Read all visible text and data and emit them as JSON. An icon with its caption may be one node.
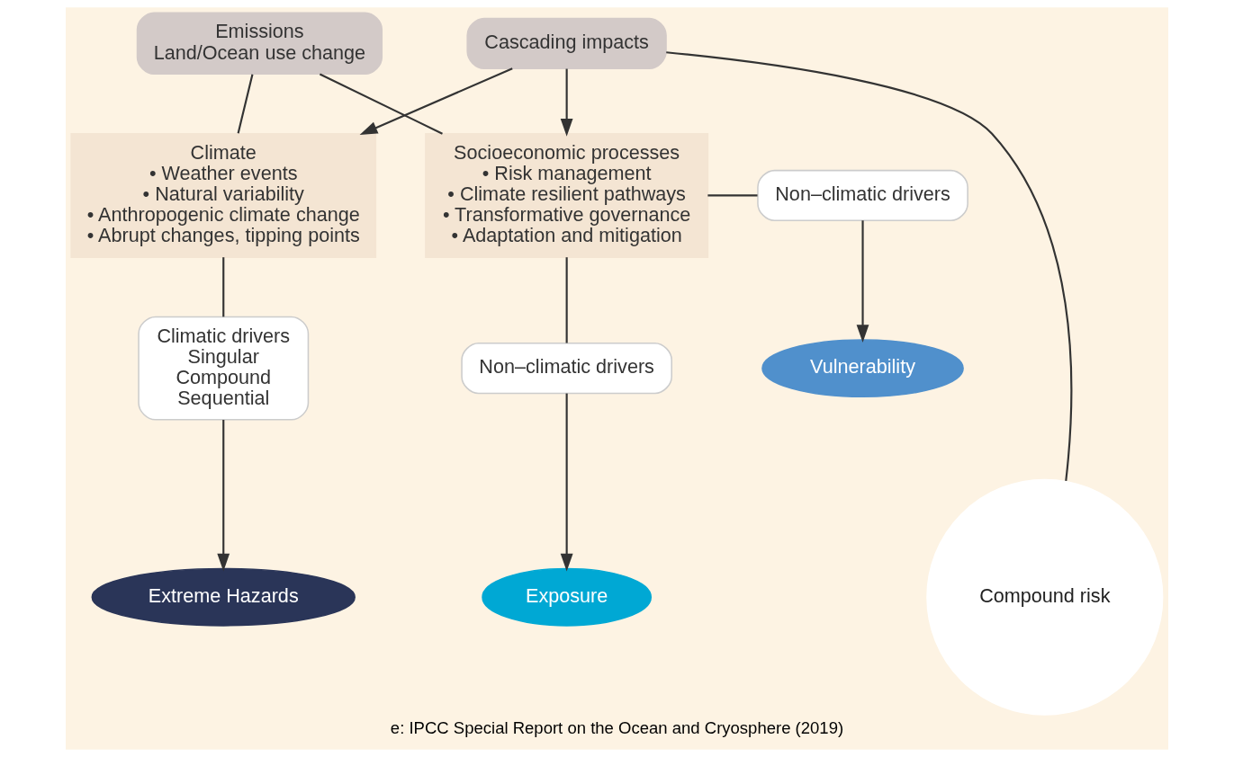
{
  "diagram": {
    "caption": "e: IPCC Special Report on the Ocean and Cryosphere (2019)",
    "nodes": [
      {
        "text": [
          "Climate",
          "• Weather events",
          "• Natural variability",
          "• Anthropogenic climate change",
          "• Abrupt changes, tipping points"
        ]
      },
      {
        "text": [
          "Socioeconomic processes",
          "• Risk management",
          "• Climate resilient pathways",
          "• Transformative governance",
          "• Adaptation and mitigation"
        ]
      },
      {
        "text": [
          "Cascading impacts"
        ]
      },
      {
        "text": [
          "Non–climatic drivers"
        ]
      },
      {
        "text": [
          "Vulnerability"
        ]
      },
      {
        "text": [
          "Extreme Hazards"
        ]
      },
      {
        "text": [
          "Compound risk"
        ]
      },
      {
        "text": [
          "Exposure"
        ]
      },
      {
        "text": [
          "Non–climatic drivers"
        ]
      },
      {
        "text": [
          "Climatic drivers",
          "Singular",
          "Compound",
          "Sequential"
        ]
      },
      {
        "text": [
          "Emissions",
          "Land/Ocean use change"
        ]
      }
    ],
    "edges": [
      {
        "from": 2,
        "to": 0,
        "arrow": "to"
      },
      {
        "from": 2,
        "to": 1,
        "arrow": "to"
      },
      {
        "from": 2,
        "to": 6,
        "arrow": "none"
      },
      {
        "from": 1,
        "to": 3,
        "arrow": "none"
      },
      {
        "from": 3,
        "to": 4,
        "arrow": "to"
      },
      {
        "from": 1,
        "to": 8,
        "arrow": "none"
      },
      {
        "from": 8,
        "to": 7,
        "arrow": "to"
      },
      {
        "from": 0,
        "to": 9,
        "arrow": "none"
      },
      {
        "from": 9,
        "to": 5,
        "arrow": "to"
      },
      {
        "from": 10,
        "to": 0,
        "arrow": "none"
      },
      {
        "from": 10,
        "to": 1,
        "arrow": "none"
      }
    ]
  }
}
